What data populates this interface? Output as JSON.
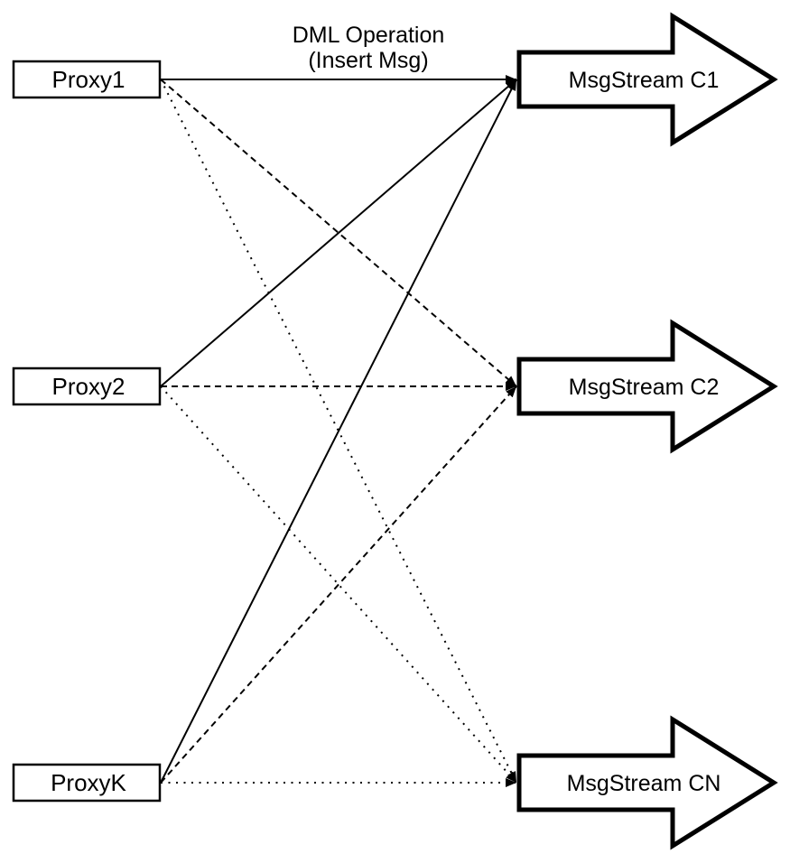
{
  "diagram": {
    "title": {
      "line1": "DML Operation",
      "line2": "(Insert Msg)"
    },
    "proxies": [
      {
        "label": "Proxy1"
      },
      {
        "label": "Proxy2"
      },
      {
        "label": "ProxyK"
      }
    ],
    "streams": [
      {
        "label": "MsgStream C1"
      },
      {
        "label": "MsgStream C2"
      },
      {
        "label": "MsgStream CN"
      }
    ],
    "edges": [
      {
        "from": "Proxy1",
        "to": "MsgStream C1",
        "style": "solid"
      },
      {
        "from": "Proxy2",
        "to": "MsgStream C1",
        "style": "solid"
      },
      {
        "from": "ProxyK",
        "to": "MsgStream C1",
        "style": "solid"
      },
      {
        "from": "Proxy1",
        "to": "MsgStream C2",
        "style": "dashed"
      },
      {
        "from": "Proxy2",
        "to": "MsgStream C2",
        "style": "dashed"
      },
      {
        "from": "ProxyK",
        "to": "MsgStream C2",
        "style": "dashed"
      },
      {
        "from": "Proxy1",
        "to": "MsgStream CN",
        "style": "dotted"
      },
      {
        "from": "Proxy2",
        "to": "MsgStream CN",
        "style": "dotted"
      },
      {
        "from": "ProxyK",
        "to": "MsgStream CN",
        "style": "dotted"
      }
    ],
    "colors": {
      "line": "#000000",
      "text": "#000000",
      "shape_fill": "#ffffff",
      "background": "#ffffff"
    }
  }
}
